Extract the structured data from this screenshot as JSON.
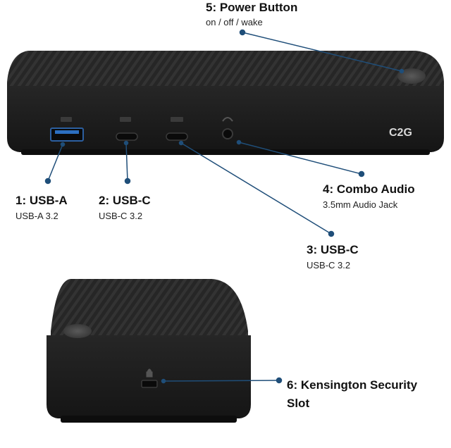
{
  "brand": "C2G",
  "colors": {
    "leader_line": "#1f4e79",
    "device_body": "#1e1e1e",
    "device_top": "#2a2a2a"
  },
  "callouts": [
    {
      "id": "power",
      "title": "5: Power Button",
      "subtitle": "on / off / wake"
    },
    {
      "id": "usb-a",
      "title": "1: USB-A",
      "subtitle": "USB-A 3.2"
    },
    {
      "id": "usb-c-2",
      "title": "2: USB-C",
      "subtitle": "USB-C 3.2"
    },
    {
      "id": "combo-audio",
      "title": "4: Combo Audio",
      "subtitle": "3.5mm Audio Jack"
    },
    {
      "id": "usb-c-3",
      "title": "3: USB-C",
      "subtitle": "USB-C 3.2"
    },
    {
      "id": "kensington",
      "title": "6: Kensington Security",
      "subtitle": "Slot"
    }
  ]
}
